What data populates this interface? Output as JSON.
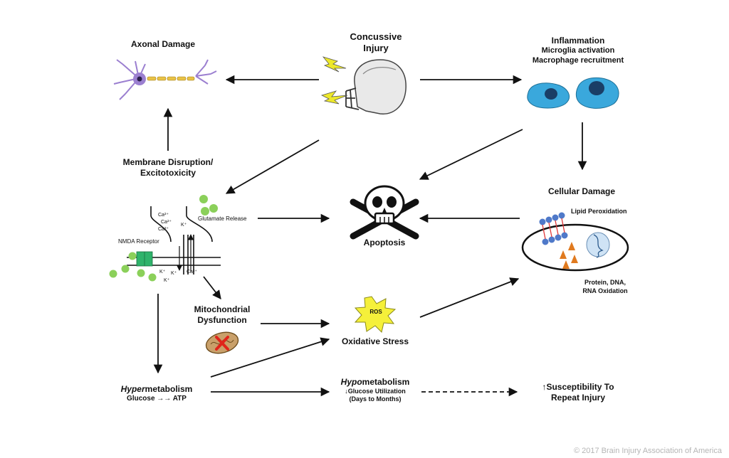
{
  "nodes": {
    "concussive_injury": "Concussive\nInjury",
    "axonal_damage": "Axonal Damage",
    "inflammation": {
      "title": "Inflammation",
      "line1": "Microglia activation",
      "line2": "Macrophage recruitment"
    },
    "membrane_disruption": "Membrane Disruption/\nExcitotoxicity",
    "apoptosis": "Apoptosis",
    "cellular_damage": "Cellular Damage",
    "lipid_peroxidation": "Lipid Peroxidation",
    "protein_oxidation": "Protein, DNA,\nRNA Oxidation",
    "glutamate_release": "Glutamate Release",
    "nmda_receptor": "NMDA Receptor",
    "mitochondrial_dysfunction": "Mitochondrial\nDysfunction",
    "ros": "ROS",
    "oxidative_stress": "Oxidative Stress",
    "hypermetabolism": {
      "prefix": "Hyper",
      "suffix": "metabolism",
      "sub": "Glucose →→ ATP"
    },
    "hypometabolism": {
      "prefix": "Hypo",
      "suffix": "metabolism",
      "sub1": "↓Glucose Utilization",
      "sub2": "(Days to Months)"
    },
    "susceptibility": "↑Susceptibility To\nRepeat Injury"
  },
  "ions": {
    "ca": "Ca²⁺",
    "k": "K⁺"
  },
  "footer": "© 2017 Brain Injury Association of America",
  "colors": {
    "neuron": "#9b7fd0",
    "axon_myelin": "#e8c245",
    "macrophage": "#3aa8dc",
    "macrophage_nucleus": "#1a3e66",
    "glutamate": "#8bd05a",
    "nmda": "#2fb36b",
    "lipid": "#4f79c9",
    "lipid_tail": "#e0383a",
    "protein": "#e07a1f",
    "ros_star": "#f5f03a",
    "lightning": "#ede82a"
  }
}
